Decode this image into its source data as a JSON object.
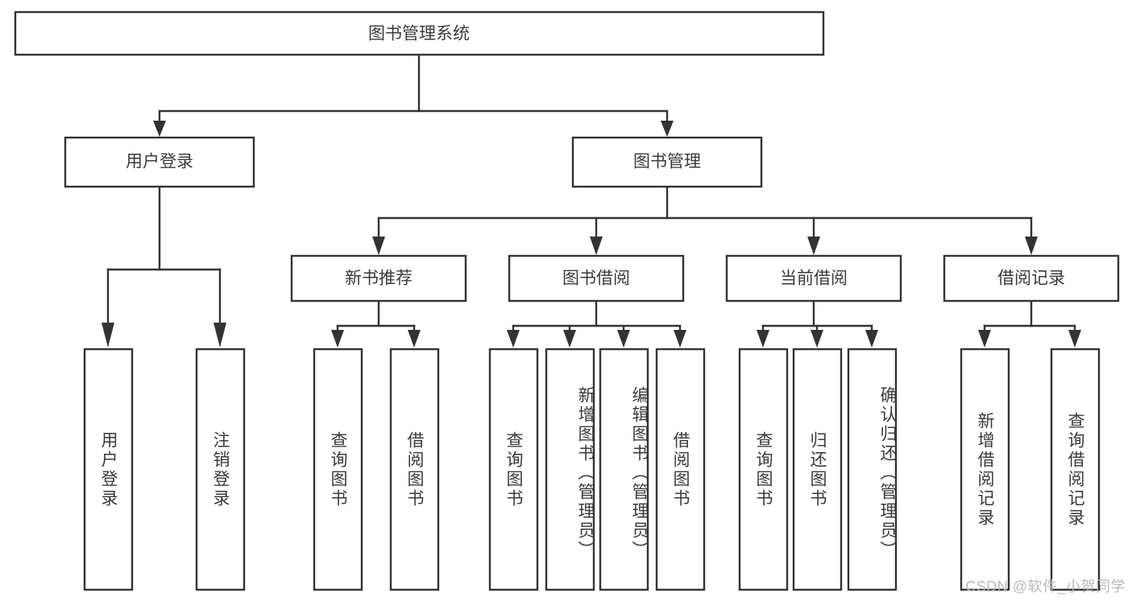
{
  "diagram": {
    "type": "tree-hierarchy-chart",
    "title": "图书管理系统",
    "orientation": "top-down",
    "colors": {
      "box_fill": "#ffffff",
      "box_stroke": "#333333",
      "text": "#3a3a3a",
      "watermark": "#b9b9b9"
    },
    "levels": {
      "root": "图书管理系统",
      "level2": [
        "用户登录",
        "图书管理"
      ],
      "level3": [
        "新书推荐",
        "图书借阅",
        "当前借阅",
        "借阅记录"
      ]
    },
    "nodes": {
      "root": {
        "label": "图书管理系统",
        "level": 1,
        "orientation": "horizontal"
      },
      "user_login": {
        "label": "用户登录",
        "level": 2,
        "orientation": "horizontal",
        "parent": "图书管理系统"
      },
      "book_manage": {
        "label": "图书管理",
        "level": 2,
        "orientation": "horizontal",
        "parent": "图书管理系统"
      },
      "new_book_rec": {
        "label": "新书推荐",
        "level": 3,
        "orientation": "horizontal",
        "parent": "图书管理"
      },
      "book_borrow": {
        "label": "图书借阅",
        "level": 3,
        "orientation": "horizontal",
        "parent": "图书管理"
      },
      "current_borrow": {
        "label": "当前借阅",
        "level": 3,
        "orientation": "horizontal",
        "parent": "图书管理"
      },
      "borrow_record": {
        "label": "借阅记录",
        "level": 3,
        "orientation": "horizontal",
        "parent": "图书管理"
      }
    },
    "leaves": [
      {
        "id": "leaf-user-login",
        "label": "用户登录",
        "parent": "用户登录"
      },
      {
        "id": "leaf-logout",
        "label": "注销登录",
        "parent": "用户登录"
      },
      {
        "id": "leaf-query-book-1",
        "label": "查询图书",
        "parent": "新书推荐"
      },
      {
        "id": "leaf-borrow-book-1",
        "label": "借阅图书",
        "parent": "新书推荐"
      },
      {
        "id": "leaf-query-book-2",
        "label": "查询图书",
        "parent": "图书借阅"
      },
      {
        "id": "leaf-add-book",
        "label": "新增图书（管理员）",
        "parent": "图书借阅"
      },
      {
        "id": "leaf-edit-book",
        "label": "编辑图书（管理员）",
        "parent": "图书借阅"
      },
      {
        "id": "leaf-borrow-book-2",
        "label": "借阅图书",
        "parent": "图书借阅"
      },
      {
        "id": "leaf-query-book-3",
        "label": "查询图书",
        "parent": "当前借阅"
      },
      {
        "id": "leaf-return-book",
        "label": "归还图书",
        "parent": "当前借阅"
      },
      {
        "id": "leaf-confirm-return",
        "label": "确认归还（管理员）",
        "parent": "当前借阅"
      },
      {
        "id": "leaf-add-record",
        "label": "新增借阅记录",
        "parent": "借阅记录"
      },
      {
        "id": "leaf-query-record",
        "label": "查询借阅记录",
        "parent": "借阅记录"
      }
    ]
  },
  "watermark": {
    "text": "CSDN @软件_小贺同学"
  }
}
